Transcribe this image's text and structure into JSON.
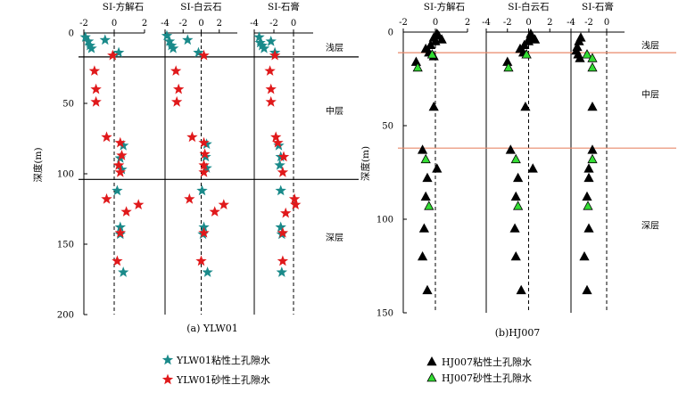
{
  "panels": [
    {
      "id": "ylw01",
      "caption": "(a) YLW01",
      "ylabel": "深度(m)",
      "ylim": [
        0,
        200
      ],
      "yticks": [
        0,
        50,
        100,
        150,
        200
      ],
      "boundaries": [
        17,
        104
      ],
      "boundary_color": "#000000",
      "layers": [
        {
          "label": "浅层",
          "depth": 10
        },
        {
          "label": "中层",
          "depth": 55
        },
        {
          "label": "深层",
          "depth": 145
        }
      ],
      "subplots": [
        {
          "title": "SI-方解石",
          "xlim": [
            -2,
            2
          ],
          "xticks": [
            -2,
            0,
            2
          ]
        },
        {
          "title": "SI-白云石",
          "xlim": [
            -4,
            4
          ],
          "xticks": [
            -4,
            -2,
            0,
            2
          ]
        },
        {
          "title": "SI-石膏",
          "xlim": [
            -4,
            2
          ],
          "xticks": [
            -4,
            -2,
            0
          ]
        }
      ]
    },
    {
      "id": "hj007",
      "caption": "(b)HJ007",
      "ylabel": "深度(m)",
      "ylim": [
        0,
        150
      ],
      "yticks": [
        0,
        50,
        100,
        150
      ],
      "boundaries": [
        11,
        62
      ],
      "boundary_color": "#e8896a",
      "layers": [
        {
          "label": "浅层",
          "depth": 7
        },
        {
          "label": "中层",
          "depth": 33
        },
        {
          "label": "深层",
          "depth": 103
        }
      ],
      "subplots": [
        {
          "title": "SI-方解石",
          "xlim": [
            -2,
            2
          ],
          "xticks": [
            -2,
            0,
            2
          ]
        },
        {
          "title": "SI-白云石",
          "xlim": [
            -4,
            4
          ],
          "xticks": [
            -4,
            -2,
            0,
            2
          ]
        },
        {
          "title": "SI-石膏",
          "xlim": [
            -4,
            2
          ],
          "xticks": [
            -4,
            -2,
            0
          ]
        }
      ]
    }
  ],
  "legend": [
    {
      "label": "YLW01粘性土孔隙水",
      "marker": "star",
      "color": "#1a8a8a"
    },
    {
      "label": "YLW01砂性土孔隙水",
      "marker": "star",
      "color": "#e0191b"
    },
    {
      "label": "HJ007粘性土孔隙水",
      "marker": "triangle",
      "color": "#000000"
    },
    {
      "label": "HJ007砂性土孔隙水",
      "marker": "triangle",
      "color": "#33dd33"
    }
  ],
  "chart_data": [
    {
      "type": "scatter",
      "panel": "ylw01",
      "title": "SI-方解石",
      "xlim": [
        -2,
        2
      ],
      "ylim": [
        0,
        200
      ],
      "ylabel": "深度(m)",
      "series": [
        {
          "name": "YLW01粘性土孔隙水",
          "marker": "star",
          "color": "#1a8a8a",
          "points": [
            [
              -1.9,
              3
            ],
            [
              -1.7,
              6
            ],
            [
              -1.6,
              9
            ],
            [
              -1.5,
              11
            ],
            [
              -0.6,
              5
            ],
            [
              0.3,
              14
            ],
            [
              0.6,
              80
            ],
            [
              0.4,
              89
            ],
            [
              0.5,
              97
            ],
            [
              0.2,
              112
            ],
            [
              0.4,
              138
            ],
            [
              0.4,
              143
            ],
            [
              0.6,
              170
            ]
          ]
        },
        {
          "name": "YLW01砂性土孔隙水",
          "marker": "star",
          "color": "#e0191b",
          "points": [
            [
              -0.1,
              16
            ],
            [
              -1.3,
              27
            ],
            [
              -1.2,
              40
            ],
            [
              -1.2,
              49
            ],
            [
              -0.5,
              74
            ],
            [
              0.4,
              78
            ],
            [
              0.5,
              87
            ],
            [
              0.3,
              94
            ],
            [
              0.4,
              99
            ],
            [
              -0.5,
              118
            ],
            [
              1.6,
              122
            ],
            [
              0.8,
              127
            ],
            [
              0.4,
              142
            ],
            [
              0.2,
              162
            ]
          ]
        }
      ]
    },
    {
      "type": "scatter",
      "panel": "ylw01",
      "title": "SI-白云石",
      "xlim": [
        -4,
        4
      ],
      "ylim": [
        0,
        200
      ],
      "series": [
        {
          "name": "YLW01粘性土孔隙水",
          "marker": "star",
          "color": "#1a8a8a",
          "points": [
            [
              -3.8,
              2
            ],
            [
              -3.5,
              6
            ],
            [
              -3.3,
              9
            ],
            [
              -3.1,
              11
            ],
            [
              -1.5,
              5
            ],
            [
              -0.3,
              14
            ],
            [
              0.6,
              79
            ],
            [
              0.5,
              88
            ],
            [
              0.6,
              96
            ],
            [
              0.1,
              112
            ],
            [
              0.3,
              138
            ],
            [
              0.2,
              143
            ],
            [
              0.7,
              170
            ]
          ]
        },
        {
          "name": "YLW01砂性土孔隙水",
          "marker": "star",
          "color": "#e0191b",
          "points": [
            [
              0.3,
              16
            ],
            [
              -2.8,
              27
            ],
            [
              -2.5,
              40
            ],
            [
              -2.7,
              49
            ],
            [
              -1.0,
              74
            ],
            [
              0.3,
              78
            ],
            [
              0.4,
              86
            ],
            [
              0.3,
              94
            ],
            [
              0.3,
              99
            ],
            [
              -1.3,
              118
            ],
            [
              2.5,
              122
            ],
            [
              1.5,
              127
            ],
            [
              0.3,
              142
            ],
            [
              0.0,
              162
            ]
          ]
        }
      ]
    },
    {
      "type": "scatter",
      "panel": "ylw01",
      "title": "SI-石膏",
      "xlim": [
        -4,
        2
      ],
      "ylim": [
        0,
        200
      ],
      "series": [
        {
          "name": "YLW01粘性土孔隙水",
          "marker": "star",
          "color": "#1a8a8a",
          "points": [
            [
              -3.5,
              3
            ],
            [
              -3.4,
              7
            ],
            [
              -3.2,
              9
            ],
            [
              -3.0,
              11
            ],
            [
              -2.3,
              6
            ],
            [
              -1.9,
              14
            ],
            [
              -1.5,
              80
            ],
            [
              -1.3,
              88
            ],
            [
              -1.4,
              94
            ],
            [
              -1.3,
              112
            ],
            [
              -1.3,
              138
            ],
            [
              -1.2,
              143
            ],
            [
              -1.2,
              170
            ]
          ]
        },
        {
          "name": "YLW01砂性土孔隙水",
          "marker": "star",
          "color": "#e0191b",
          "points": [
            [
              -1.9,
              16
            ],
            [
              -2.4,
              27
            ],
            [
              -2.3,
              40
            ],
            [
              -2.3,
              49
            ],
            [
              -1.8,
              74
            ],
            [
              -1.6,
              78
            ],
            [
              -1.0,
              88
            ],
            [
              -1.1,
              99
            ],
            [
              0.1,
              118
            ],
            [
              0.2,
              122
            ],
            [
              -0.8,
              128
            ],
            [
              -1.1,
              142
            ],
            [
              -1.1,
              162
            ]
          ]
        }
      ]
    },
    {
      "type": "scatter",
      "panel": "hj007",
      "title": "SI-方解石",
      "xlim": [
        -2,
        2
      ],
      "ylim": [
        0,
        150
      ],
      "ylabel": "深度(m)",
      "series": [
        {
          "name": "HJ007粘性土孔隙水",
          "marker": "triangle",
          "color": "#000000",
          "points": [
            [
              0.1,
              1
            ],
            [
              0.2,
              2
            ],
            [
              -0.1,
              3
            ],
            [
              0.4,
              4
            ],
            [
              0.0,
              5
            ],
            [
              -0.3,
              7
            ],
            [
              -0.6,
              9
            ],
            [
              -0.4,
              11
            ],
            [
              -0.1,
              13
            ],
            [
              -1.2,
              16
            ],
            [
              -0.1,
              40
            ],
            [
              -0.8,
              63
            ],
            [
              0.1,
              73
            ],
            [
              -0.5,
              78
            ],
            [
              -0.6,
              88
            ],
            [
              -0.7,
              105
            ],
            [
              -0.8,
              120
            ],
            [
              -0.5,
              138
            ]
          ]
        },
        {
          "name": "HJ007砂性土孔隙水",
          "marker": "triangle",
          "color": "#33dd33",
          "points": [
            [
              -0.2,
              12
            ],
            [
              -1.1,
              19
            ],
            [
              -0.6,
              68
            ],
            [
              -0.4,
              93
            ]
          ]
        }
      ]
    },
    {
      "type": "scatter",
      "panel": "hj007",
      "title": "SI-白云石",
      "xlim": [
        -4,
        4
      ],
      "ylim": [
        0,
        150
      ],
      "series": [
        {
          "name": "HJ007粘性土孔隙水",
          "marker": "triangle",
          "color": "#000000",
          "points": [
            [
              0.2,
              1
            ],
            [
              0.3,
              2
            ],
            [
              0.1,
              3
            ],
            [
              0.6,
              4
            ],
            [
              0.0,
              5
            ],
            [
              -0.4,
              7
            ],
            [
              -0.8,
              9
            ],
            [
              -0.5,
              11
            ],
            [
              -0.2,
              12
            ],
            [
              -2.0,
              16
            ],
            [
              -0.3,
              40
            ],
            [
              -1.7,
              63
            ],
            [
              0.4,
              73
            ],
            [
              -1.0,
              78
            ],
            [
              -1.2,
              88
            ],
            [
              -1.3,
              105
            ],
            [
              -1.2,
              120
            ],
            [
              -0.7,
              138
            ]
          ]
        },
        {
          "name": "HJ007砂性土孔隙水",
          "marker": "triangle",
          "color": "#33dd33",
          "points": [
            [
              -0.2,
              12
            ],
            [
              -1.9,
              19
            ],
            [
              -1.2,
              68
            ],
            [
              -1.0,
              93
            ]
          ]
        }
      ]
    },
    {
      "type": "scatter",
      "panel": "hj007",
      "title": "SI-石膏",
      "xlim": [
        -4,
        2
      ],
      "ylim": [
        0,
        150
      ],
      "series": [
        {
          "name": "HJ007粘性土孔隙水",
          "marker": "triangle",
          "color": "#000000",
          "points": [
            [
              -2.9,
              3
            ],
            [
              -3.1,
              5
            ],
            [
              -3.3,
              8
            ],
            [
              -3.4,
              10
            ],
            [
              -3.2,
              12
            ],
            [
              -3.0,
              14
            ],
            [
              -1.6,
              40
            ],
            [
              -1.6,
              63
            ],
            [
              -2.0,
              73
            ],
            [
              -2.0,
              78
            ],
            [
              -2.2,
              88
            ],
            [
              -2.0,
              105
            ],
            [
              -2.5,
              120
            ],
            [
              -2.2,
              138
            ]
          ]
        },
        {
          "name": "HJ007砂性土孔隙水",
          "marker": "triangle",
          "color": "#33dd33",
          "points": [
            [
              -2.2,
              12
            ],
            [
              -1.6,
              14
            ],
            [
              -1.6,
              19
            ],
            [
              -1.6,
              68
            ],
            [
              -2.1,
              93
            ]
          ]
        }
      ]
    }
  ]
}
